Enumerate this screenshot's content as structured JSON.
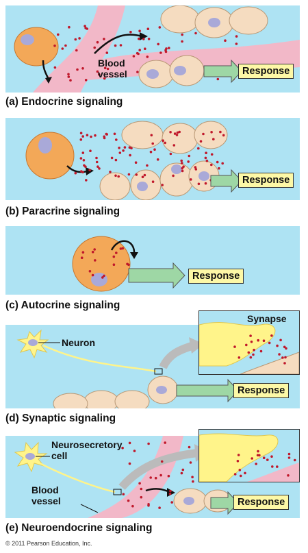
{
  "panels": {
    "endocrine": {
      "caption": "(a) Endocrine signaling",
      "response": "Response",
      "vessel_label_1": "Blood",
      "vessel_label_2": "vessel"
    },
    "paracrine": {
      "caption": "(b) Paracrine signaling",
      "response": "Response"
    },
    "autocrine": {
      "caption": "(c) Autocrine signaling",
      "response": "Response"
    },
    "synaptic": {
      "caption": "(d) Synaptic signaling",
      "response": "Response",
      "neuron_label": "Neuron",
      "synapse_label": "Synapse"
    },
    "neuroendocrine": {
      "caption": "(e) Neuroendocrine signaling",
      "response": "Response",
      "neurosecretory_label_1": "Neurosecretory",
      "neurosecretory_label_2": "cell",
      "vessel_label_1": "Blood",
      "vessel_label_2": "vessel"
    }
  },
  "copyright": "© 2011 Pearson Education, Inc.",
  "colors": {
    "background": "#aee3f3",
    "cell": "#f5dcc0",
    "secreting_cell": "#f3a858",
    "nucleus": "#a9a9d8",
    "hormone": "#c0182b",
    "vessel": "#f2b8c8",
    "neuron": "#fff48a",
    "arrow": "#9ed7a5",
    "response_box": "#fdf8a6"
  }
}
